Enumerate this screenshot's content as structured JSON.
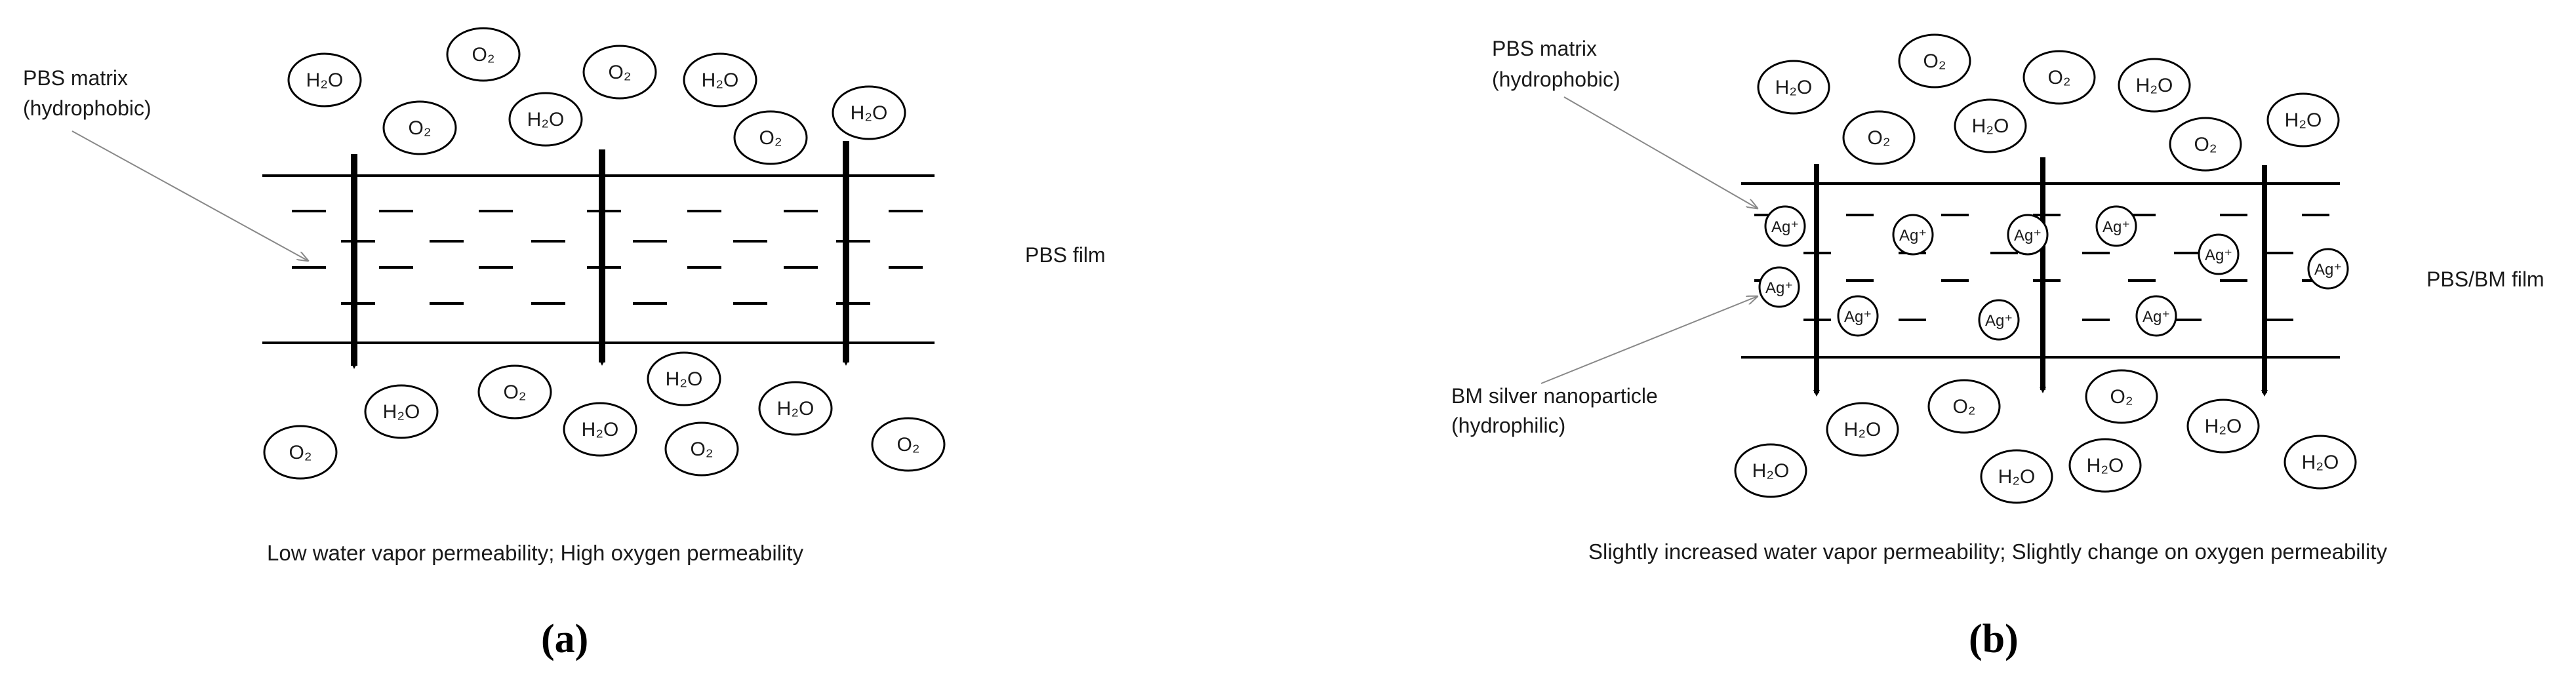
{
  "panel_a": {
    "matrix_label_1": "PBS matrix",
    "matrix_label_2": "(hydrophobic)",
    "film_label": "PBS film",
    "caption": "Low water vapor permeability; High oxygen permeability",
    "panel_label": "(a)",
    "molecules_top": [
      "H₂O",
      "O₂",
      "O₂",
      "H₂O",
      "O₂",
      "H₂O",
      "O₂",
      "H₂O"
    ],
    "molecules_bottom": [
      "O₂",
      "H₂O",
      "O₂",
      "H₂O",
      "H₂O",
      "O₂",
      "H₂O",
      "O₂"
    ]
  },
  "panel_b": {
    "matrix_label_1": "PBS matrix",
    "matrix_label_2": "(hydrophobic)",
    "np_label_1": "BM silver nanoparticle",
    "np_label_2": "(hydrophilic)",
    "film_label": "PBS/BM film",
    "caption": "Slightly increased water vapor permeability; Slightly change on oxygen permeability",
    "panel_label": "(b)",
    "ion_label": "Ag⁺",
    "molecules_top": [
      "H₂O",
      "O₂",
      "O₂",
      "H₂O",
      "O₂",
      "H₂O",
      "O₂",
      "H₂O"
    ],
    "molecules_bottom": [
      "H₂O",
      "H₂O",
      "O₂",
      "H₂O",
      "H₂O",
      "O₂",
      "H₂O",
      "H₂O"
    ]
  }
}
